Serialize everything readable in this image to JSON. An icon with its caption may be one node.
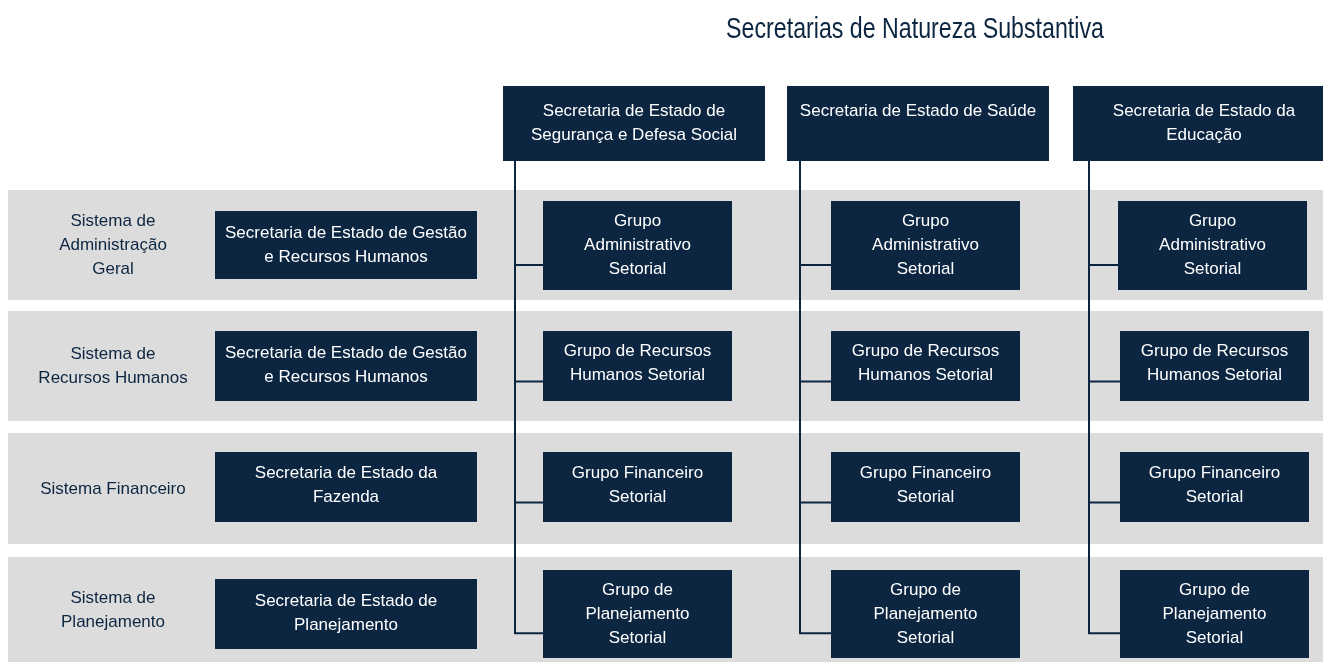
{
  "diagram": {
    "title": "Secretarias de Natureza Substantiva",
    "nodes": [
      {
        "text": [
          "Secretaria de Estado de Segurança e Defesa Social"
        ]
      },
      {
        "text": [
          "Secretaria de Estado de Saúde"
        ]
      },
      {
        "text": [
          "Secretaria de Estado da Educação"
        ]
      },
      {
        "text": [
          "Sistema de Administração Geral"
        ]
      },
      {
        "text": [
          "Secretaria de Estado de Gestão e Recursos Humanos"
        ],
        "in": 3
      },
      {
        "text": [
          "Grupo Administrativo Setorial"
        ],
        "in": 3
      },
      {
        "text": [
          "Grupo Administrativo Setorial"
        ],
        "in": 3
      },
      {
        "text": [
          "Grupo Administrativo Setorial"
        ],
        "in": 3
      },
      {
        "text": [
          "Sistema de Recursos Humanos"
        ]
      },
      {
        "text": [
          "Secretaria de Estado de Gestão e Recursos Humanos"
        ],
        "in": 8
      },
      {
        "text": [
          "Grupo de Recursos Humanos Setorial"
        ],
        "in": 8
      },
      {
        "text": [
          "Grupo de Recursos Humanos Setorial"
        ],
        "in": 8
      },
      {
        "text": [
          "Grupo de Recursos Humanos Setorial"
        ],
        "in": 8
      },
      {
        "text": [
          "Sistema Financeiro"
        ]
      },
      {
        "text": [
          "Secretaria de Estado da Fazenda"
        ],
        "in": 13
      },
      {
        "text": [
          "Grupo Financeiro Setorial"
        ],
        "in": 13
      },
      {
        "text": [
          "Grupo Financeiro Setorial"
        ],
        "in": 13
      },
      {
        "text": [
          "Grupo Financeiro Setorial"
        ],
        "in": 13
      },
      {
        "text": [
          "Sistema de Planejamento"
        ]
      },
      {
        "text": [
          "Secretaria de Estado de Planejamento"
        ],
        "in": 18
      },
      {
        "text": [
          "Grupo de Planejamento Setorial"
        ],
        "in": 18
      },
      {
        "text": [
          "Grupo de Planejamento Setorial"
        ],
        "in": 18
      },
      {
        "text": [
          "Grupo de Planejamento Setorial"
        ],
        "in": 18
      }
    ],
    "edges": [
      {
        "from": 0,
        "to": 5,
        "arrow": "none"
      },
      {
        "from": 0,
        "to": 10,
        "arrow": "none"
      },
      {
        "from": 0,
        "to": 15,
        "arrow": "none"
      },
      {
        "from": 0,
        "to": 20,
        "arrow": "none"
      },
      {
        "from": 1,
        "to": 6,
        "arrow": "none"
      },
      {
        "from": 1,
        "to": 11,
        "arrow": "none"
      },
      {
        "from": 1,
        "to": 16,
        "arrow": "none"
      },
      {
        "from": 1,
        "to": 21,
        "arrow": "none"
      },
      {
        "from": 2,
        "to": 7,
        "arrow": "none"
      },
      {
        "from": 2,
        "to": 12,
        "arrow": "none"
      },
      {
        "from": 2,
        "to": 17,
        "arrow": "none"
      },
      {
        "from": 2,
        "to": 22,
        "arrow": "none"
      }
    ]
  }
}
